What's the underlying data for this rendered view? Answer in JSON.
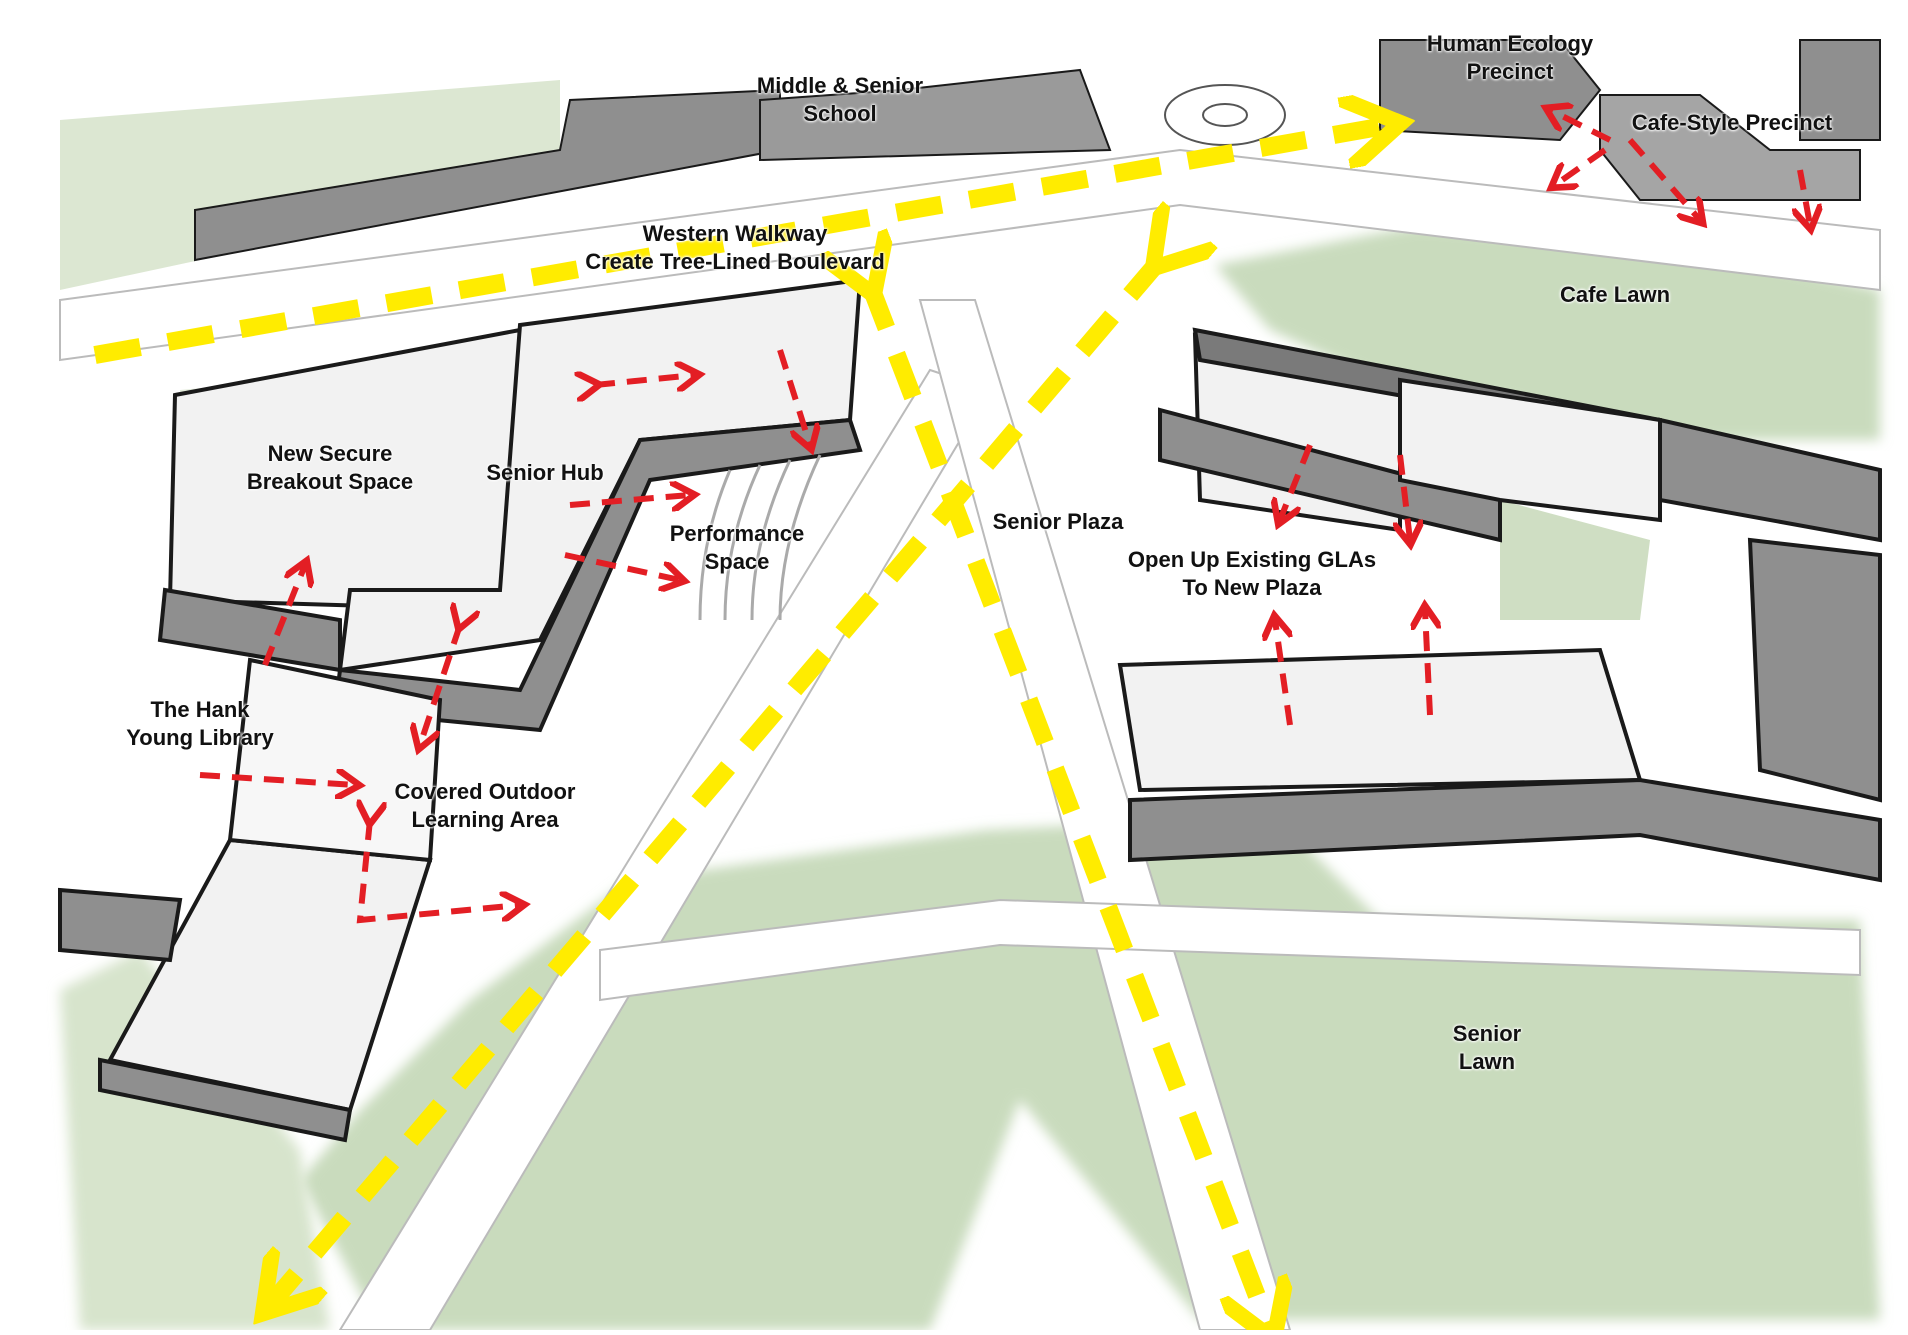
{
  "labels": {
    "human_ecology": [
      "Human Ecology",
      "Precinct"
    ],
    "middle_senior": [
      "Middle & Senior",
      "School"
    ],
    "cafe_style": [
      "Cafe-Style Precinct"
    ],
    "western_walkway": [
      "Western Walkway",
      "Create Tree-Lined Boulevard"
    ],
    "cafe_lawn": [
      "Cafe Lawn"
    ],
    "new_secure": [
      "New Secure",
      "Breakout Space"
    ],
    "senior_hub": [
      "Senior Hub"
    ],
    "performance": [
      "Performance",
      "Space"
    ],
    "senior_plaza": [
      "Senior Plaza"
    ],
    "open_up": [
      "Open Up Existing GLAs",
      "To New Plaza"
    ],
    "hank_young": [
      "The Hank",
      "Young Library"
    ],
    "covered_outdoor": [
      "Covered Outdoor",
      "Learning Area"
    ],
    "senior_lawn": [
      "Senior",
      "Lawn"
    ]
  },
  "colors": {
    "lawn": "#c9dbbd",
    "lawn_light": "#dfe9d6",
    "path": "#ffffff",
    "wall": "#8f8f8f",
    "wall_dark": "#6e6e6e",
    "outline": "#1a1a1a",
    "floor": "#f4f4f4",
    "yellow_arrow": "#ffec00",
    "red_arrow": "#e31e24"
  }
}
